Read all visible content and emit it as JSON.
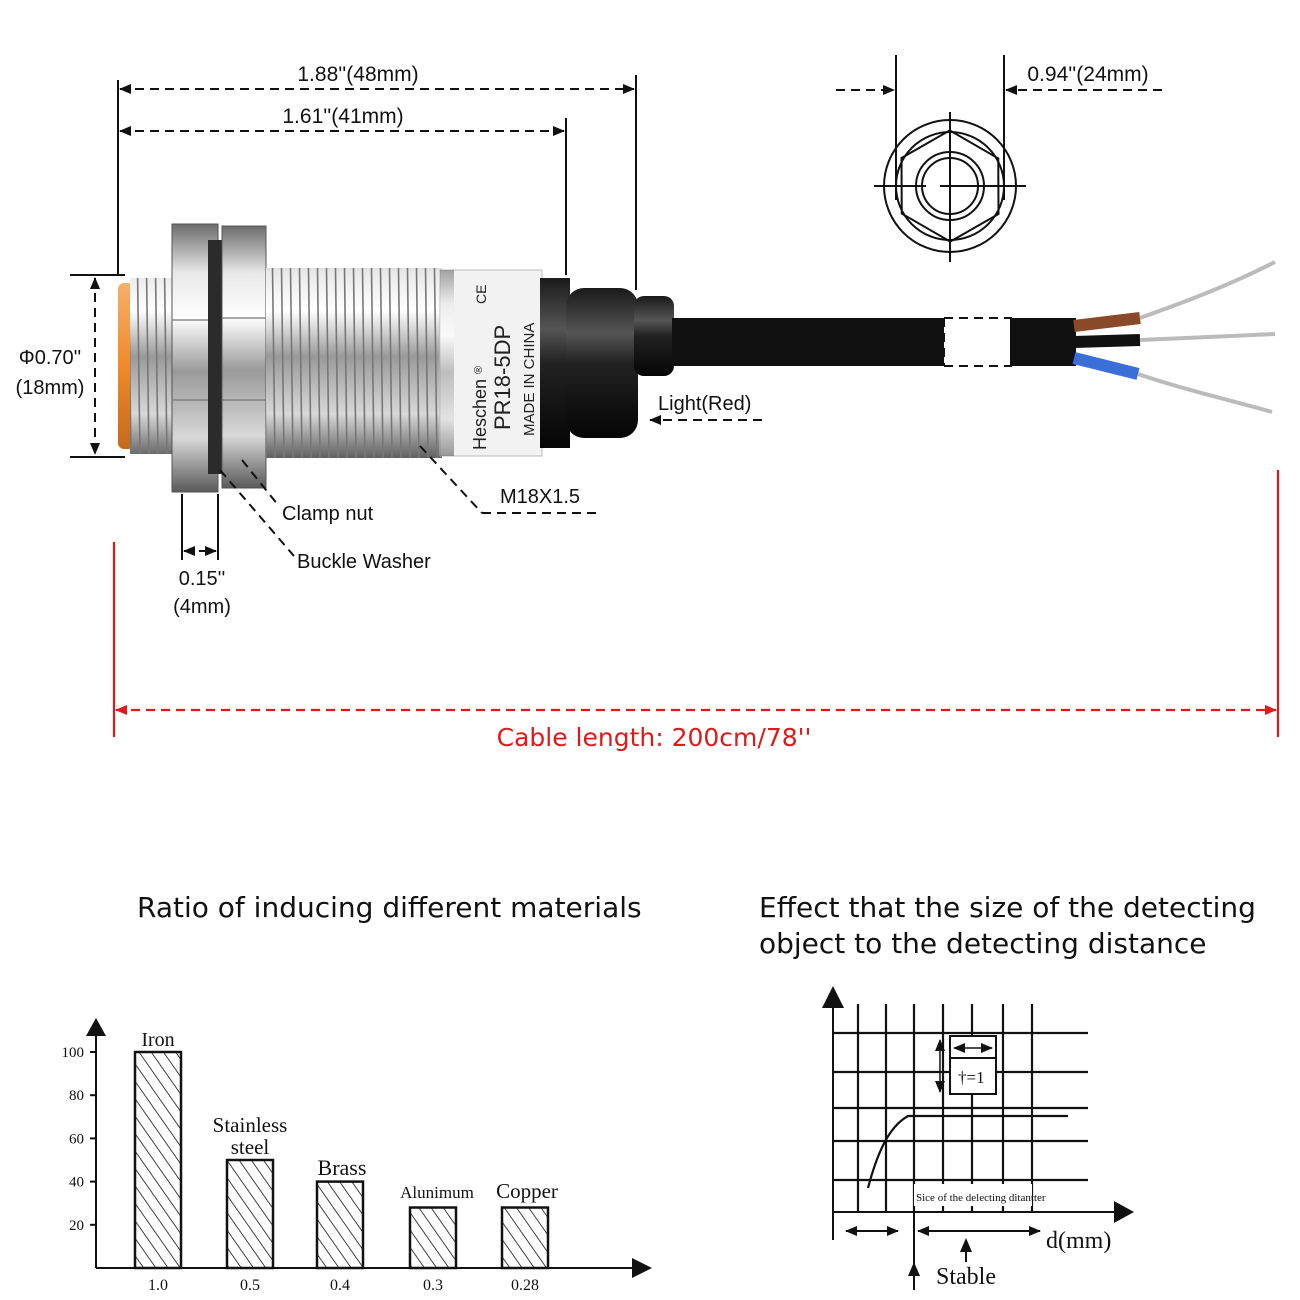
{
  "dimensions": {
    "overall_length": "1.88''(48mm)",
    "thread_length": "1.61''(41mm)",
    "hex_width": "0.94''(24mm)",
    "diameter_line1": "Φ0.70''",
    "diameter_line2": "(18mm)",
    "nut_line1": "0.15''",
    "nut_line2": "(4mm)"
  },
  "callouts": {
    "light": "Light(Red)",
    "thread": "M18X1.5",
    "clamp_nut": "Clamp nut",
    "buckle_washer": "Buckle Washer",
    "cable_length": "Cable length: 200cm/78''"
  },
  "sensor_label": {
    "brand": "Heschen",
    "registered": "®",
    "model": "PR18-5DP",
    "origin": "MADE IN CHINA",
    "mark": "CE"
  },
  "colors": {
    "accent_red": "#e0191b",
    "wire_brown": "#8a4a2a",
    "wire_blue": "#3a6fd8",
    "wire_black": "#111111",
    "sensing_face": "#f08a2a"
  },
  "headings": {
    "left": "Ratio of inducing different materials",
    "right_line1": "Effect that the size of the detecting",
    "right_line2": "object to the detecting distance"
  },
  "chart_data": {
    "type": "bar",
    "categories": [
      "Iron",
      "Stainless steel",
      "Brass",
      "Alunimum",
      "Copper"
    ],
    "values": [
      100,
      50,
      40,
      28,
      28
    ],
    "ratios": [
      "1.0",
      "0.5",
      "0.4",
      "0.3",
      "0.28"
    ],
    "yticks": [
      "100",
      "80",
      "60",
      "40",
      "20"
    ],
    "ylim": [
      0,
      100
    ]
  },
  "distance_chart": {
    "inset_label": "†=1",
    "curve_label": "Sice of the delecting ditantter",
    "xlabel": "d(mm)",
    "stable_label": "Stable"
  }
}
